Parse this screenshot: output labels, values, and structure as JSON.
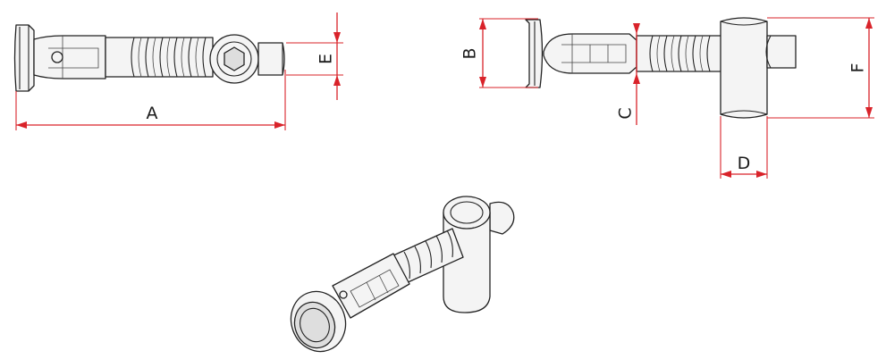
{
  "figure": {
    "dimension_labels": {
      "a": "A",
      "b": "B",
      "c": "C",
      "d": "D",
      "e": "E",
      "f": "F"
    },
    "colors": {
      "dimension": "#d9232a",
      "outline": "#222222",
      "fill": "#f4f4f4",
      "background": "#ffffff"
    },
    "views": [
      "side-view",
      "side-view-rotated",
      "isometric-view"
    ]
  }
}
